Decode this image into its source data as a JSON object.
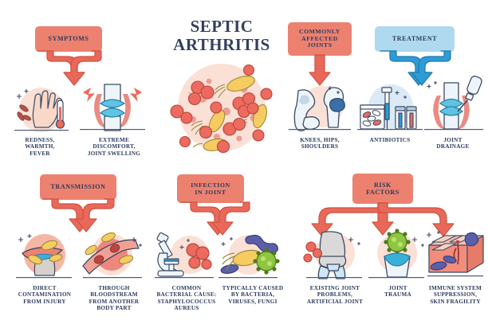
{
  "title": {
    "line1": "SEPTIC",
    "line2": "ARTHRITIS"
  },
  "colors": {
    "red_box": "#ec8170",
    "blue_box": "#aed9ef",
    "red_arrow": "#e8695a",
    "blue_arrow": "#2e9bd6",
    "text_navy": "#2b3a5c",
    "skin_pink": "#f9d8c8",
    "bacteria_yellow": "#f6cc62",
    "cocci_red": "#e8675c",
    "virus_green": "#8dc63f",
    "bone_blue": "#d7e9f5",
    "circle_pink": "#fbe0d6"
  },
  "sections": [
    {
      "id": "symptoms",
      "box_label": "SYMPTOMS",
      "box_color": "red",
      "arrow_type": "two-way-fork",
      "items": [
        {
          "id": "redness-warmth-fever",
          "caption": "REDNESS,\nWARMTH,\nFEVER",
          "icon": "hand-thermometer-icon"
        },
        {
          "id": "extreme-discomfort",
          "caption": "EXTREME\nDISCOMFORT,\nJOINT SWELLING",
          "icon": "swollen-knee-joint-icon"
        }
      ]
    },
    {
      "id": "commonly-affected-joints",
      "box_label": "COMMONLY\nAFFECTED\nJOINTS",
      "box_color": "red",
      "arrow_type": "straight-down",
      "items": [
        {
          "id": "knees-hips-shoulders",
          "caption": "KNEES, HIPS,\nSHOULDERS",
          "icon": "hip-joint-bone-icon"
        }
      ]
    },
    {
      "id": "treatment",
      "box_label": "TREATMENT",
      "box_color": "blue",
      "arrow_type": "two-way-fork",
      "items": [
        {
          "id": "antibiotics",
          "caption": "ANTIBIOTICS",
          "icon": "pills-syringe-vials-icon"
        },
        {
          "id": "joint-drainage",
          "caption": "JOINT\nDRAINAGE",
          "icon": "knee-drainage-syringe-icon"
        }
      ]
    },
    {
      "id": "transmission",
      "box_label": "TRANSMISSION",
      "box_color": "red",
      "arrow_type": "two-way-fork",
      "items": [
        {
          "id": "direct-contamination",
          "caption": "DIRECT\nCONTAMINATION\nFROM INJURY",
          "icon": "open-wound-bacteria-icon"
        },
        {
          "id": "through-bloodstream",
          "caption": "THROUGH\nBLOODSTREAM\nFROM ANOTHER\nBODY PART",
          "icon": "blood-vessel-bacteria-icon"
        }
      ]
    },
    {
      "id": "infection-in-joint",
      "box_label": "INFECTION\nIN JOINT",
      "box_color": "red",
      "arrow_type": "two-way-fork",
      "items": [
        {
          "id": "common-bacterial-cause",
          "caption": "COMMON\nBACTERIAL CAUSE:\nSTAPHYLOCOCCUS\nAUREUS",
          "icon": "microscope-cocci-icon"
        },
        {
          "id": "typically-caused-by",
          "caption": "TYPICALLY CAUSED\nBY BACTERIA,\nVIRUSES, FUNGI",
          "icon": "bacteria-virus-icon"
        }
      ]
    },
    {
      "id": "risk-factors",
      "box_label": "RISK\nFACTORS",
      "box_color": "red",
      "arrow_type": "three-way-fork",
      "items": [
        {
          "id": "existing-joint-problems",
          "caption": "EXISTING JOINT\nPROBLEMS,\nARTIFICIAL JOINT",
          "icon": "artificial-knee-joint-icon"
        },
        {
          "id": "joint-trauma",
          "caption": "JOINT\nTRAUMA",
          "icon": "damaged-joint-virus-icon"
        },
        {
          "id": "immune-suppression",
          "caption": "IMMUNE SYSTEM\nSUPPRESSION,\nSKIN FRAGILITY",
          "icon": "skin-layers-bacteria-icon"
        }
      ]
    }
  ],
  "central_illustration": {
    "id": "bacteria-colony-circle",
    "description": "bacteria-colony-icon"
  }
}
